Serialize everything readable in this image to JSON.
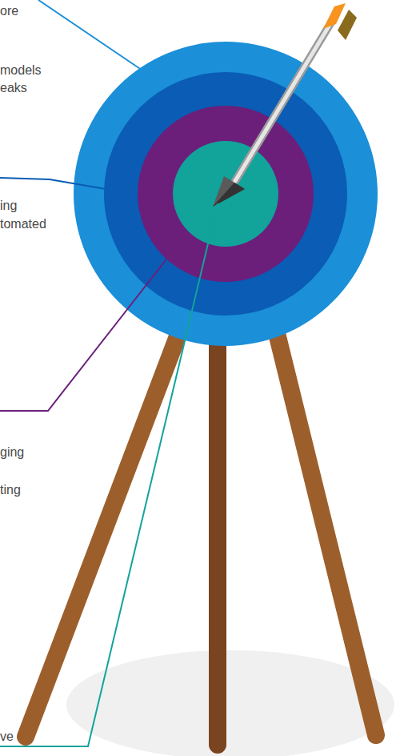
{
  "diagram": {
    "labels": [
      "ore",
      "models",
      "eaks",
      "ing",
      "tomated",
      "ging",
      "ting",
      "ve"
    ]
  }
}
